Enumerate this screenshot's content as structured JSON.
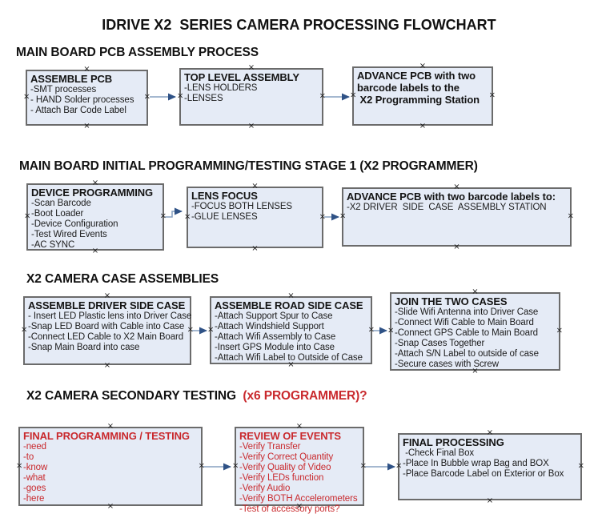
{
  "title": "IDRIVE X2  SERIES CAMERA PROCESSING FLOWCHART",
  "colors": {
    "box_fill": "#e5ebf6",
    "box_border": "#6b6b6b",
    "red_text": "#c9292d",
    "black_text": "#141414",
    "arrow_line": "#87a0c0",
    "arrow_head": "#2f5286"
  },
  "sections": [
    {
      "heading": "MAIN BOARD PCB ASSEMBLY PROCESS",
      "boxes": [
        {
          "title": "ASSEMBLE PCB",
          "items": [
            "-SMT processes",
            "- HAND Solder processes",
            "- Attach Bar Code Label"
          ]
        },
        {
          "title": "TOP LEVEL ASSEMBLY",
          "items": [
            "-LENS HOLDERS",
            "-LENSES"
          ]
        },
        {
          "title": "ADVANCE PCB with two barcode labels to the\n X2 Programming Station",
          "items": []
        }
      ]
    },
    {
      "heading": "MAIN BOARD INITIAL PROGRAMMING/TESTING STAGE 1 (X2 PROGRAMMER)",
      "boxes": [
        {
          "title": "DEVICE PROGRAMMING",
          "items": [
            "-Scan Barcode",
            "-Boot Loader",
            "-Device Configuration",
            "-Test Wired Events",
            "-AC SYNC"
          ]
        },
        {
          "title": "LENS FOCUS",
          "items": [
            "-FOCUS BOTH LENSES",
            "-GLUE LENSES"
          ]
        },
        {
          "title": "ADVANCE PCB with two barcode labels to:",
          "items": [
            "-X2 DRIVER  SIDE  CASE  ASSEMBLY STATION"
          ]
        }
      ]
    },
    {
      "heading": "X2 CAMERA CASE ASSEMBLIES",
      "boxes": [
        {
          "title": "ASSEMBLE DRIVER SIDE CASE",
          "items": [
            "- Insert LED Plastic lens into Driver Case",
            "-Snap LED Board with Cable into Case",
            "-Connect LED Cable to X2 Main Board",
            "-Snap Main Board into case"
          ]
        },
        {
          "title": "ASSEMBLE ROAD SIDE CASE",
          "items": [
            "-Attach Support Spur to Case",
            "-Attach Windshield Support",
            "-Attach Wifi Assembly to Case",
            "-Insert GPS Module into Case",
            "-Attach Wifi Label to Outside of Case"
          ]
        },
        {
          "title": "JOIN THE TWO CASES",
          "items": [
            "-Slide Wifi Antenna into Driver Case",
            "-Connect Wifi Cable to Main Board",
            "-Connect GPS Cable to Main Board",
            "-Snap Cases Together",
            "-Attach S/N Label to outside of case",
            "-Secure cases with Screw"
          ]
        }
      ]
    },
    {
      "heading": "X2 CAMERA SECONDARY TESTING ",
      "heading_suffix": " (x6 PROGRAMMER)?",
      "boxes": [
        {
          "title": "FINAL PROGRAMMING / TESTING",
          "items": [
            "-need",
            "-to",
            "-know",
            "-what",
            "-goes",
            "-here"
          ]
        },
        {
          "title": "REVIEW OF EVENTS",
          "items": [
            "-Verify Transfer",
            "-Verify Correct Quantity",
            "-Verify Quality of Video",
            "-Verify LEDs function",
            "-Verify Audio",
            "-Verify BOTH Accelerometers",
            "-Test of accessory ports?"
          ]
        },
        {
          "title": "FINAL PROCESSING",
          "items": [
            " -Check Final Box",
            "-Place In Bubble wrap Bag and BOX",
            "-Place Barcode Label on Exterior or Box"
          ]
        }
      ]
    }
  ]
}
